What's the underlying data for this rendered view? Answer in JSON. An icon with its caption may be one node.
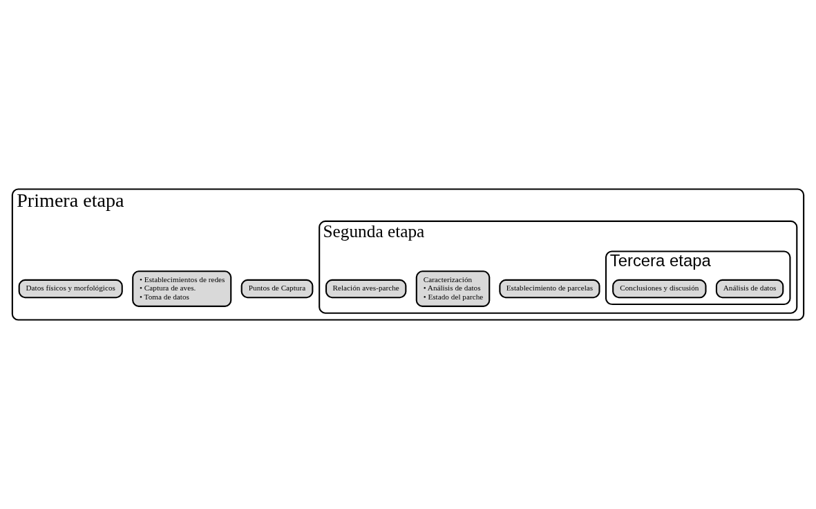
{
  "diagram": {
    "nodes": [
      {
        "text": [
          "Primera etapa"
        ]
      },
      {
        "text": [
          "Puntos de Captura"
        ],
        "in": 0
      },
      {
        "text": [
          "• Establecimientos de redes",
          "• Captura de aves.",
          "• Toma de datos"
        ],
        "in": 0
      },
      {
        "text": [
          "Datos físicos y morfológicos"
        ],
        "in": 0
      },
      {
        "text": [
          "Segunda etapa"
        ],
        "in": 0
      },
      {
        "text": [
          "Establecimiento de parcelas"
        ],
        "in": 4
      },
      {
        "text": [
          "Caracterización",
          "• Análisis de datos",
          "• Estado del parche"
        ],
        "in": 4
      },
      {
        "text": [
          "Relación aves-parche"
        ],
        "in": 4
      },
      {
        "text": [
          "Tercera etapa"
        ],
        "in": 4
      },
      {
        "text": [
          "Análisis de datos"
        ],
        "in": 8
      },
      {
        "text": [
          "Conclusiones y discusión"
        ],
        "in": 8
      }
    ],
    "edges": []
  }
}
